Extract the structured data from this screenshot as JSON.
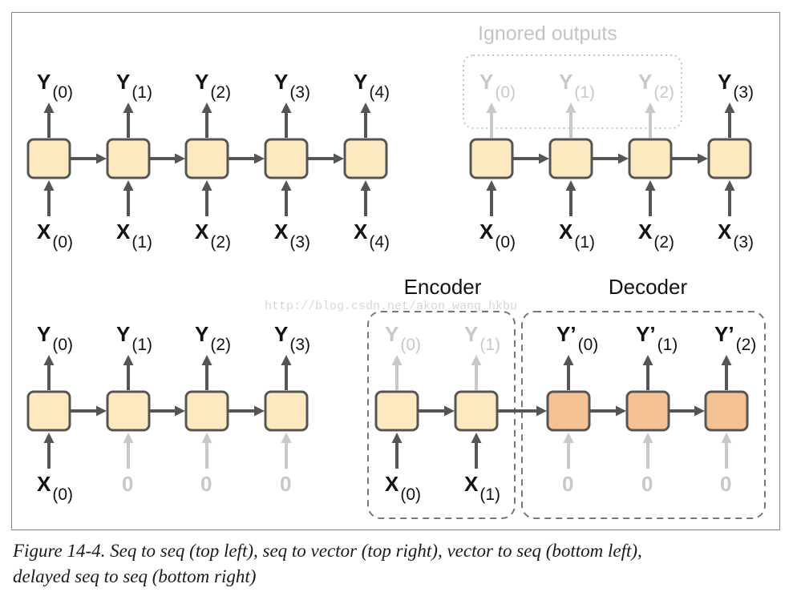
{
  "figure": {
    "caption_line1": "Figure 14-4. Seq to seq (top left), seq to vector (top right), vector to seq (bottom left),",
    "caption_line2": "delayed seq to seq (bottom right)",
    "watermark": "http://blog.csdn.net/akon_wang_hkbu"
  },
  "colors": {
    "cell_fill": "#fde9bf",
    "decoder_fill": "#f4c292",
    "border": "#555555",
    "ignored": "#c8c8c8",
    "box_dash": "#777777"
  },
  "panels": {
    "top_left": {
      "outputs": [
        {
          "letter": "Y",
          "sub": "(0)"
        },
        {
          "letter": "Y",
          "sub": "(1)"
        },
        {
          "letter": "Y",
          "sub": "(2)"
        },
        {
          "letter": "Y",
          "sub": "(3)"
        },
        {
          "letter": "Y",
          "sub": "(4)"
        }
      ],
      "inputs": [
        {
          "letter": "X",
          "sub": "(0)"
        },
        {
          "letter": "X",
          "sub": "(1)"
        },
        {
          "letter": "X",
          "sub": "(2)"
        },
        {
          "letter": "X",
          "sub": "(3)"
        },
        {
          "letter": "X",
          "sub": "(4)"
        }
      ]
    },
    "top_right": {
      "ignored_label": "Ignored outputs",
      "outputs": [
        {
          "letter": "Y",
          "sub": "(0)",
          "ignored": true
        },
        {
          "letter": "Y",
          "sub": "(1)",
          "ignored": true
        },
        {
          "letter": "Y",
          "sub": "(2)",
          "ignored": true
        },
        {
          "letter": "Y",
          "sub": "(3)",
          "ignored": false
        }
      ],
      "inputs": [
        {
          "letter": "X",
          "sub": "(0)"
        },
        {
          "letter": "X",
          "sub": "(1)"
        },
        {
          "letter": "X",
          "sub": "(2)"
        },
        {
          "letter": "X",
          "sub": "(3)"
        }
      ]
    },
    "bottom_left": {
      "outputs": [
        {
          "letter": "Y",
          "sub": "(0)"
        },
        {
          "letter": "Y",
          "sub": "(1)"
        },
        {
          "letter": "Y",
          "sub": "(2)"
        },
        {
          "letter": "Y",
          "sub": "(3)"
        }
      ],
      "inputs": [
        {
          "letter": "X",
          "sub": "(0)",
          "ignored": false
        },
        {
          "letter": "0",
          "sub": "",
          "ignored": true
        },
        {
          "letter": "0",
          "sub": "",
          "ignored": true
        },
        {
          "letter": "0",
          "sub": "",
          "ignored": true
        }
      ]
    },
    "bottom_right": {
      "encoder_label": "Encoder",
      "decoder_label": "Decoder",
      "encoder_outputs": [
        {
          "letter": "Y",
          "sub": "(0)"
        },
        {
          "letter": "Y",
          "sub": "(1)"
        }
      ],
      "encoder_inputs": [
        {
          "letter": "X",
          "sub": "(0)"
        },
        {
          "letter": "X",
          "sub": "(1)"
        }
      ],
      "decoder_outputs": [
        {
          "letter": "Y’",
          "sub": "(0)"
        },
        {
          "letter": "Y’",
          "sub": "(1)"
        },
        {
          "letter": "Y’",
          "sub": "(2)"
        }
      ],
      "decoder_inputs": [
        {
          "letter": "0",
          "sub": ""
        },
        {
          "letter": "0",
          "sub": ""
        },
        {
          "letter": "0",
          "sub": ""
        }
      ]
    }
  }
}
